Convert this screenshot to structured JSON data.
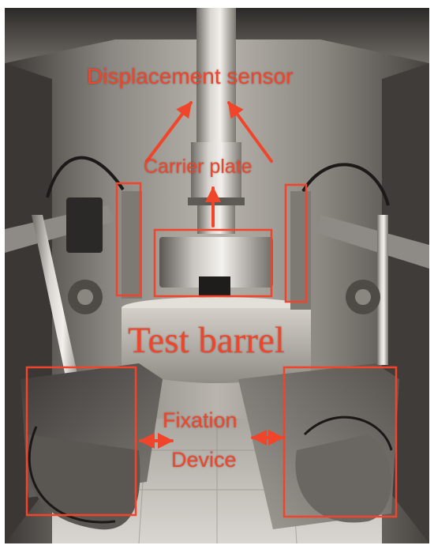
{
  "labels": {
    "displacement_sensor": "Displacement sensor",
    "carrier_plate": "Carrier plate",
    "test_barrel": "Test barrel",
    "fixation": "Fixation",
    "device": "Device"
  },
  "colors": {
    "annotation": "#f0452a",
    "frame_border": "#ffffff"
  }
}
